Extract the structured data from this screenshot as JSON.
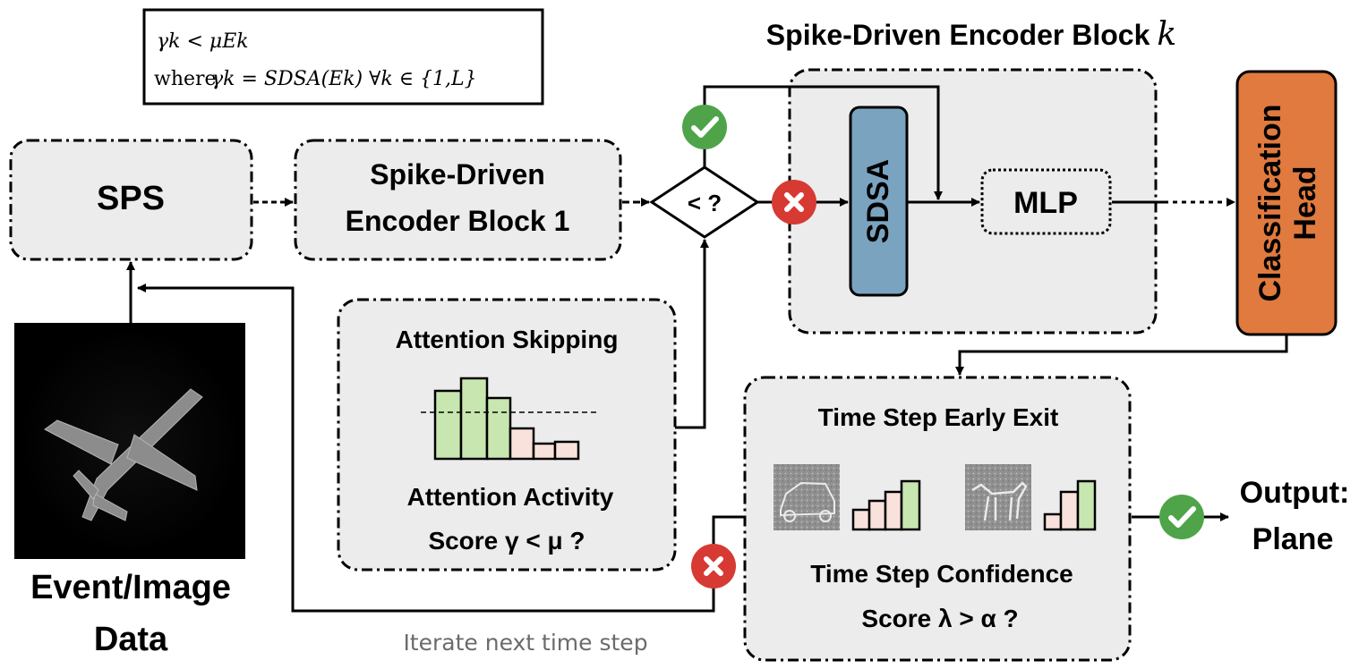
{
  "formula": {
    "line1": "γk < μEk",
    "line2_prefix": "where",
    "line2_math": "γk = SDSA(Ek)   ∀k ∈ {1,L}"
  },
  "blocks": {
    "sps": "SPS",
    "encoder1_line1": "Spike-Driven",
    "encoder1_line2": "Encoder Block 1",
    "decision": "< ?",
    "encoder_k_title": "Spike-Driven Encoder Block",
    "encoder_k_var": "k",
    "sdsa": "SDSA",
    "mlp": "MLP",
    "head_line1": "Classification",
    "head_line2": "Head"
  },
  "attention": {
    "title": "Attention Skipping",
    "score_line1": "Attention Activity",
    "score_line2": "Score γ < μ ?"
  },
  "early_exit": {
    "title": "Time Step Early Exit",
    "confidence_line1": "Time Step Confidence",
    "confidence_line2": "Score λ > α ?"
  },
  "input": {
    "label_line1": "Event/Image",
    "label_line2": "Data"
  },
  "output": {
    "label_line1": "Output:",
    "label_line2": "Plane"
  },
  "caption": "Iterate next time step",
  "colors": {
    "box_fill": "#ececec",
    "sdsa_fill": "#7aa3c0",
    "head_fill": "#e07a3f",
    "check_green": "#4fa44a",
    "cross_red": "#d63a32",
    "bar_green": "#c8e6b0",
    "bar_pink": "#f9e2dc"
  },
  "icons": [
    "check-icon",
    "cross-icon",
    "airplane-image",
    "car-thumbnail",
    "horse-thumbnail"
  ]
}
